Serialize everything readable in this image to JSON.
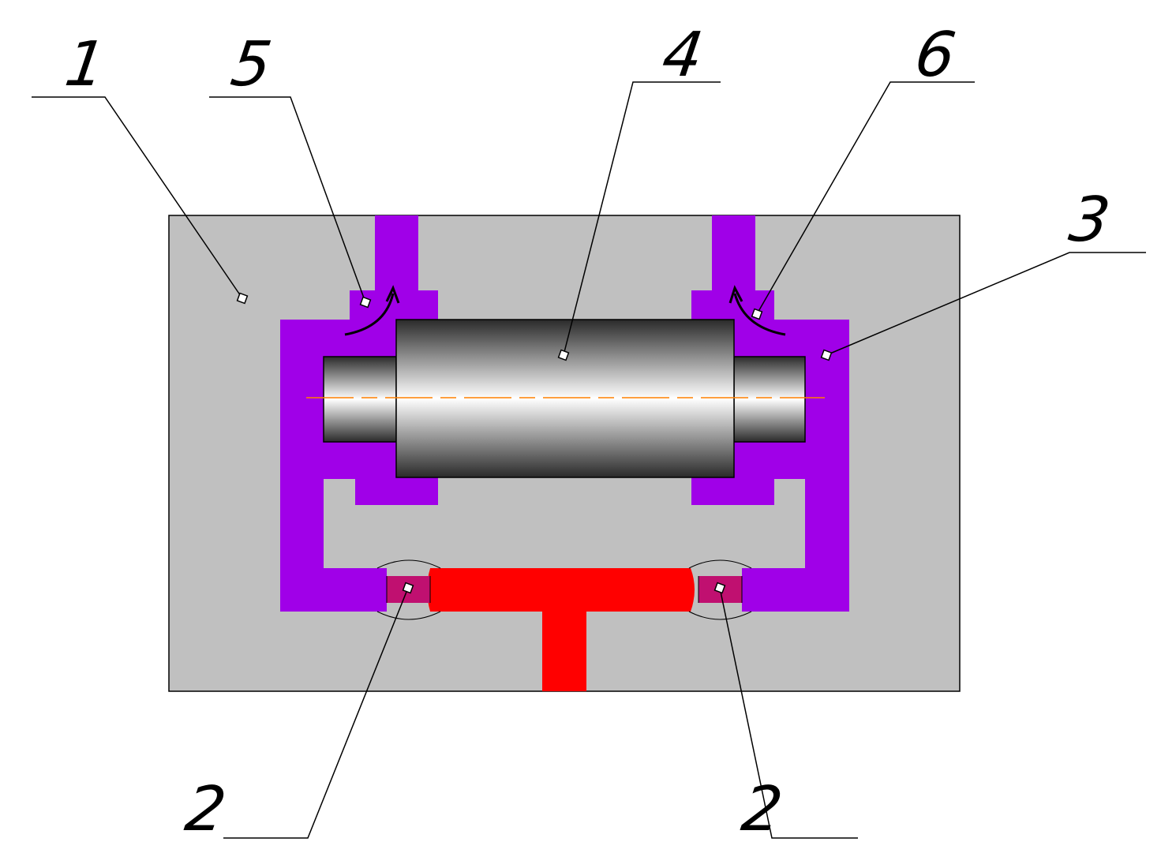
{
  "callouts": [
    {
      "id": "1",
      "label": "1"
    },
    {
      "id": "5",
      "label": "5"
    },
    {
      "id": "4",
      "label": "4"
    },
    {
      "id": "6",
      "label": "6"
    },
    {
      "id": "3",
      "label": "3"
    },
    {
      "id": "2a",
      "label": "2"
    },
    {
      "id": "2b",
      "label": "2"
    }
  ],
  "colors": {
    "body": "#c0c0c0",
    "channel": "#a000e8",
    "inlet": "#ff0000",
    "gate": "#c01070",
    "centerline": "#ff8000",
    "outline": "#000000"
  }
}
